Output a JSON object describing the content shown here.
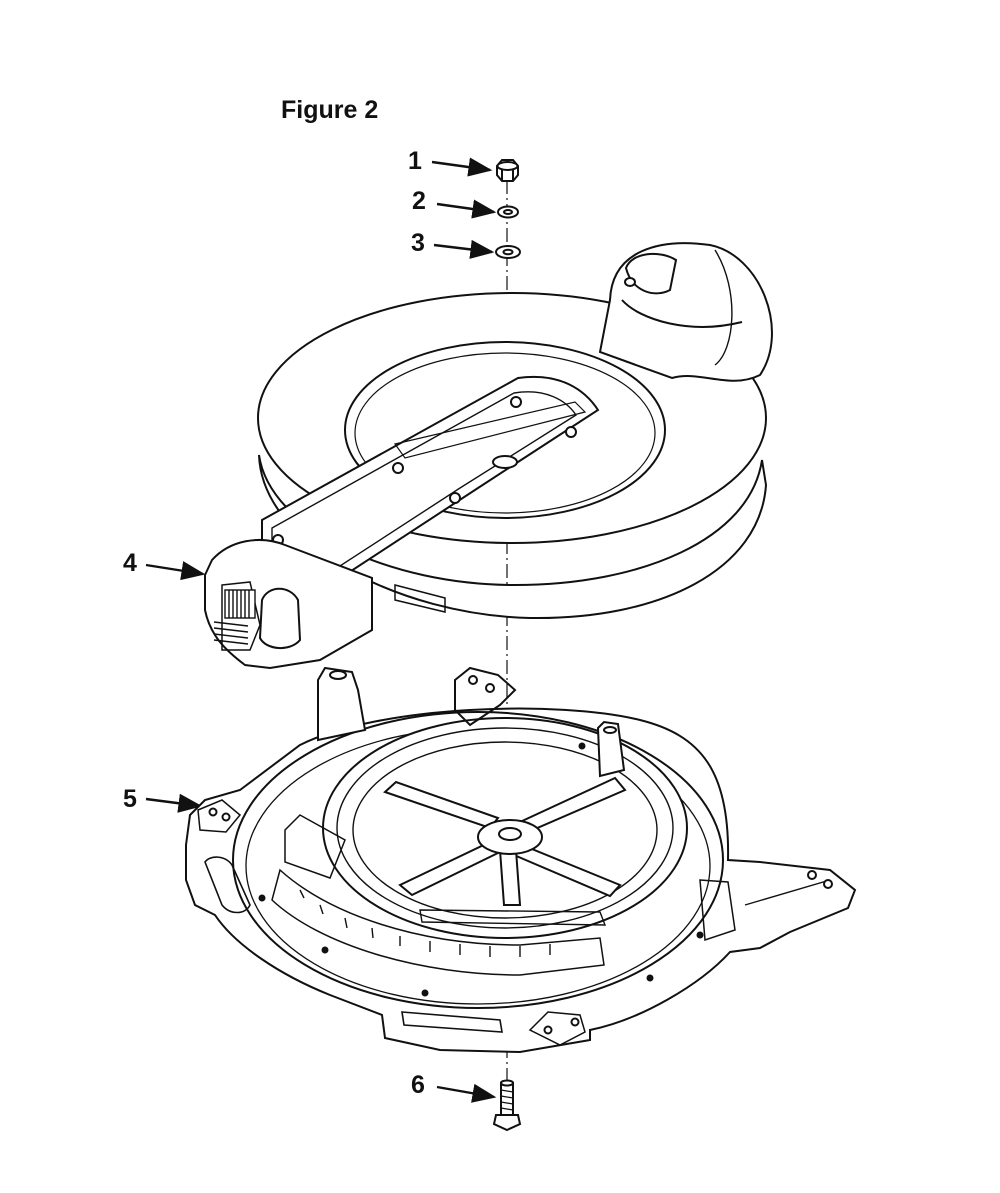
{
  "figure": {
    "title": "Figure 2"
  },
  "callouts": [
    {
      "id": "1",
      "label": "1"
    },
    {
      "id": "2",
      "label": "2"
    },
    {
      "id": "3",
      "label": "3"
    },
    {
      "id": "4",
      "label": "4"
    },
    {
      "id": "5",
      "label": "5"
    },
    {
      "id": "6",
      "label": "6"
    }
  ],
  "colors": {
    "line": "#111111",
    "background": "#ffffff"
  }
}
